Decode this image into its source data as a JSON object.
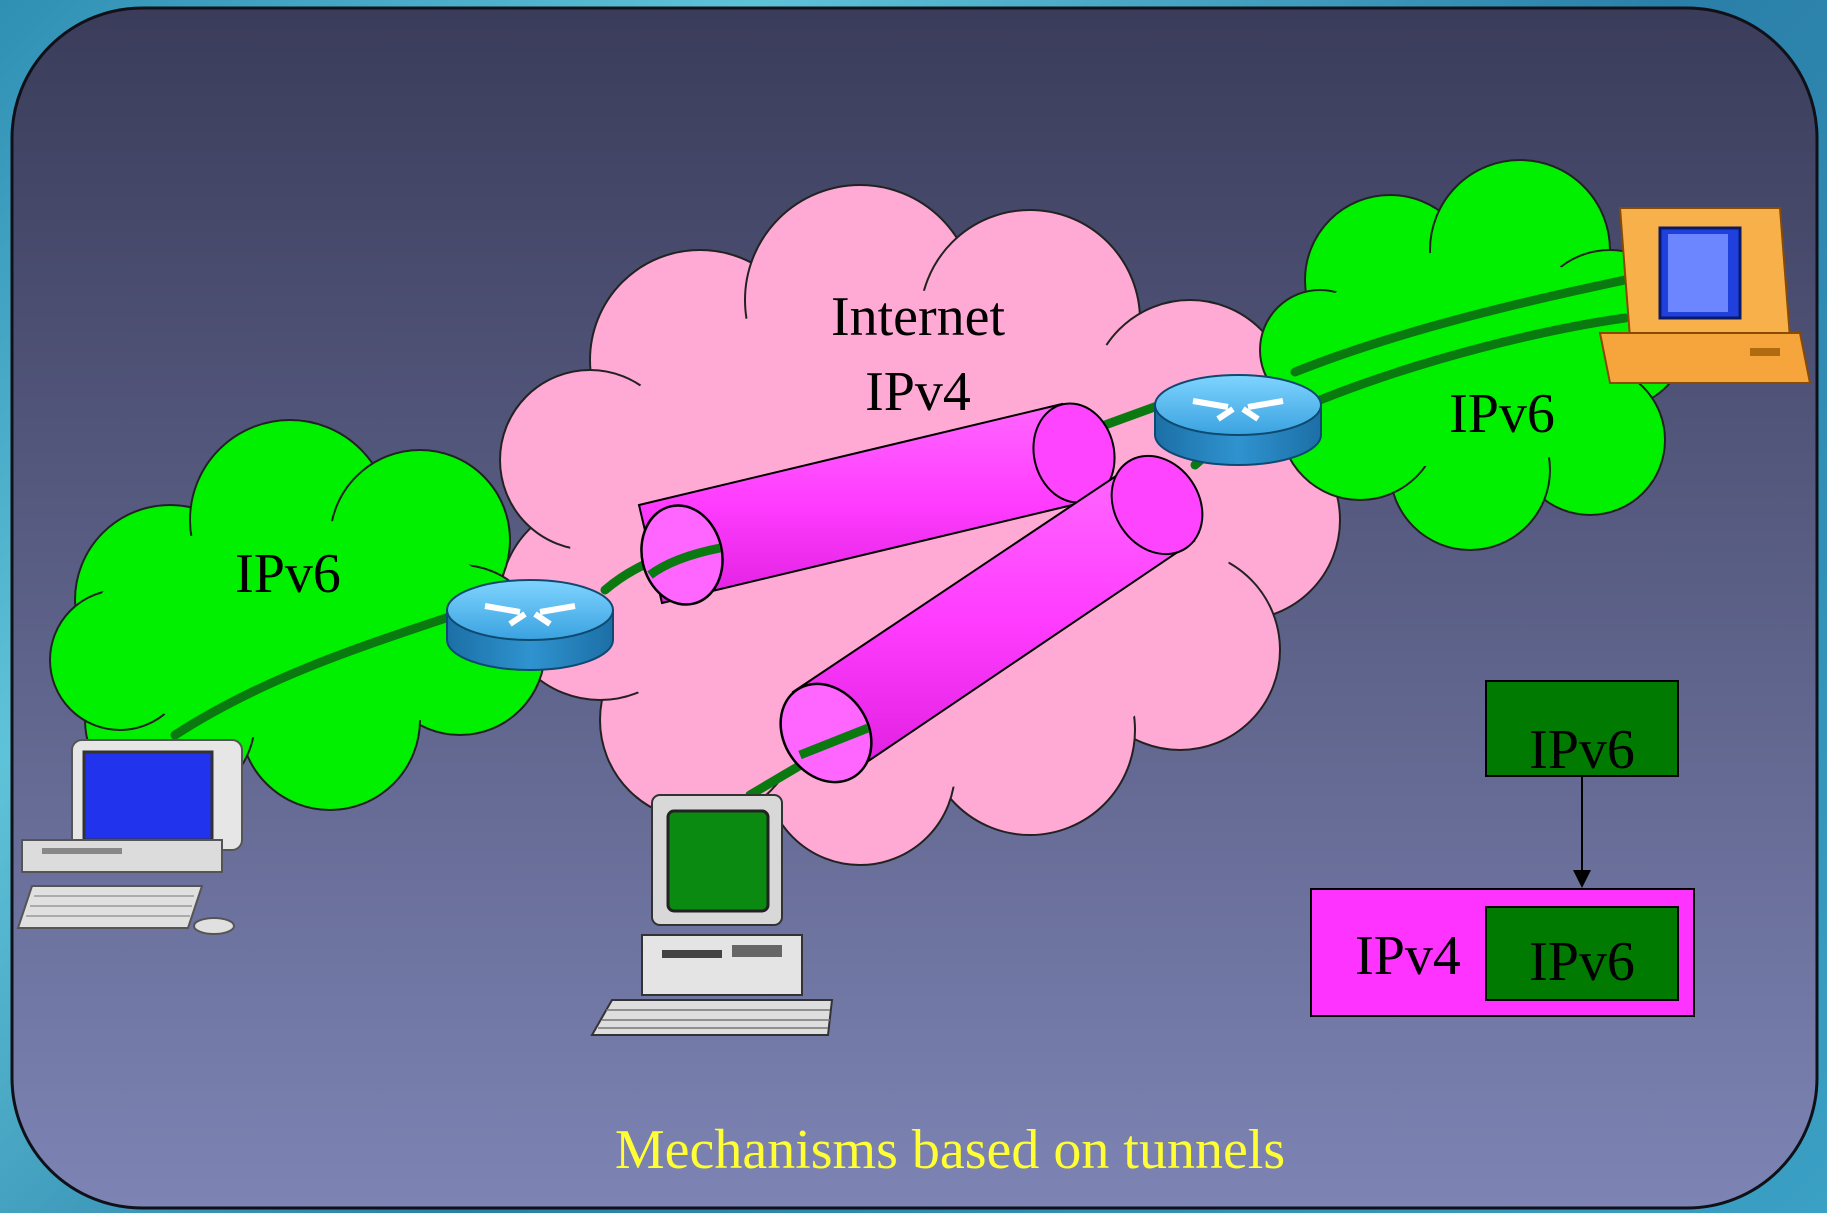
{
  "clouds": {
    "left_label": "IPv6",
    "internet_line1": "Internet",
    "internet_line2": "IPv4",
    "right_label": "IPv6"
  },
  "legend": {
    "top_box": "IPv6",
    "outer_label": "IPv4",
    "inner_box": "IPv6"
  },
  "caption": "Mechanisms based on tunnels",
  "colors": {
    "panel_top": "#3c3f5e",
    "panel_bottom": "#7c82b2",
    "ipv6_cloud": "#00f000",
    "internet_cloud": "#ffaad4",
    "tunnel": "#ff44ff",
    "link": "#0a7a10",
    "box_green": "#007a00",
    "box_magenta": "#ff33ff",
    "caption": "#ffff33"
  },
  "icons": [
    "router-icon",
    "desktop-computer-icon",
    "workstation-icon",
    "pc-icon"
  ]
}
